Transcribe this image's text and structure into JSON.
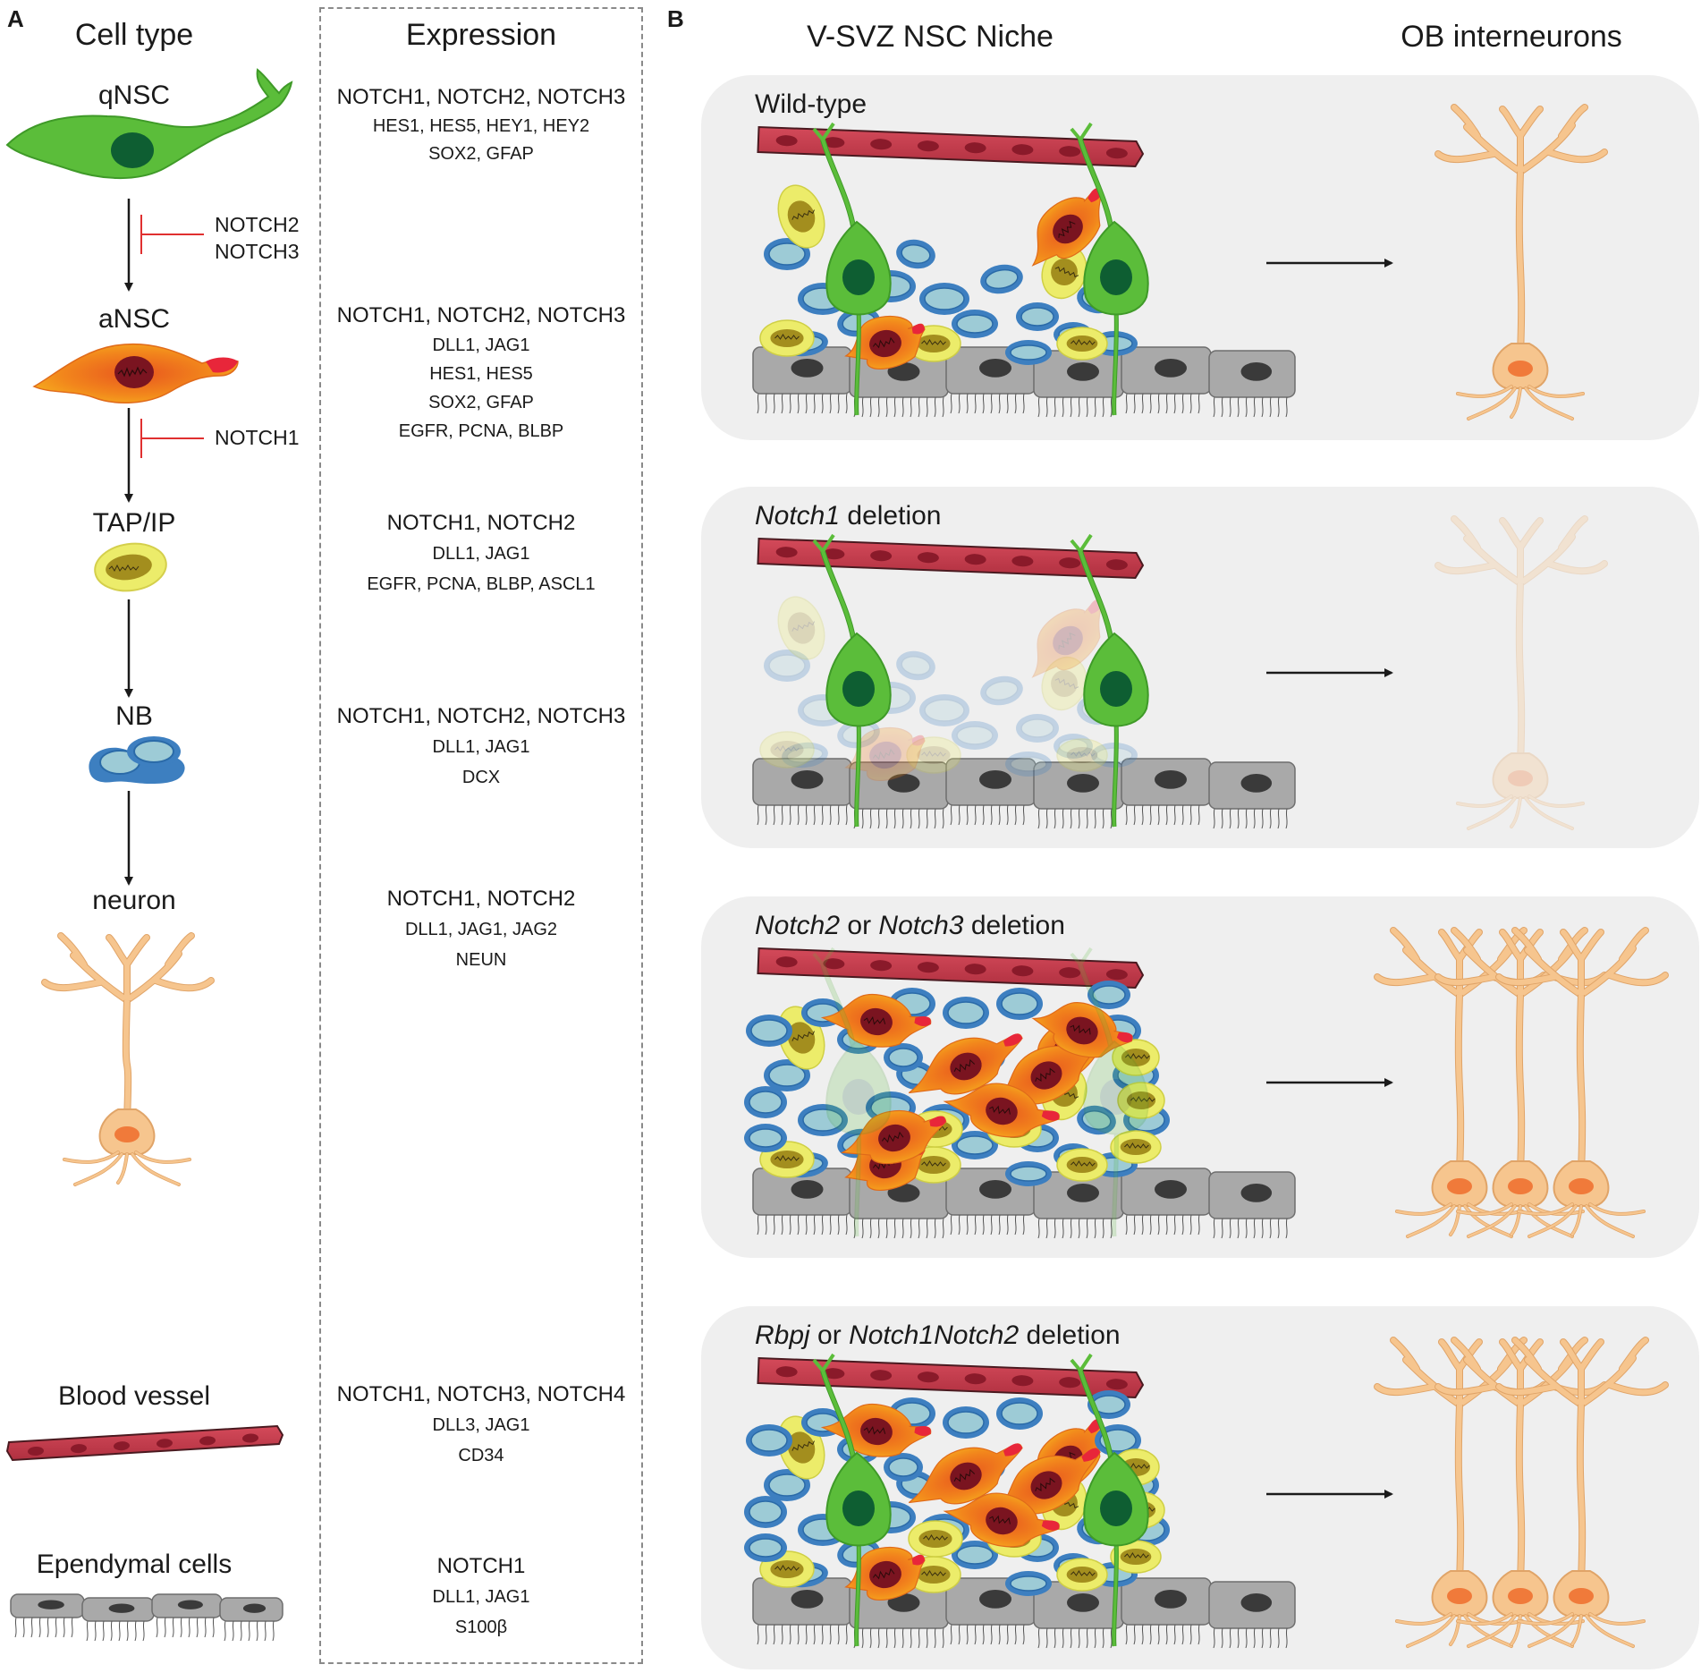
{
  "panel_a": {
    "letter": "A",
    "header_cell_type": "Cell type",
    "header_expression": "Expression",
    "cells": [
      {
        "name": "qNSC",
        "expr": [
          "NOTCH1, NOTCH2, NOTCH3",
          "HES1, HES5, HEY1, HEY2",
          "SOX2, GFAP"
        ]
      },
      {
        "name": "aNSC",
        "expr": [
          "NOTCH1, NOTCH2, NOTCH3",
          "DLL1, JAG1",
          "HES1, HES5",
          "SOX2, GFAP",
          "EGFR, PCNA, BLBP"
        ]
      },
      {
        "name": "TAP/IP",
        "expr": [
          "NOTCH1, NOTCH2",
          "DLL1, JAG1",
          "EGFR, PCNA, BLBP, ASCL1"
        ]
      },
      {
        "name": "NB",
        "expr": [
          "NOTCH1, NOTCH2, NOTCH3",
          "DLL1, JAG1",
          "DCX"
        ]
      },
      {
        "name": "neuron",
        "expr": [
          "NOTCH1, NOTCH2",
          "DLL1, JAG1, JAG2",
          "NEUN"
        ]
      },
      {
        "name": "Blood vessel",
        "expr": [
          "NOTCH1, NOTCH3, NOTCH4",
          "DLL3, JAG1",
          "CD34"
        ]
      },
      {
        "name": "Ependymal cells",
        "expr": [
          "NOTCH1",
          "DLL1, JAG1",
          "S100β"
        ]
      }
    ],
    "inhibitors": [
      {
        "lines": [
          "NOTCH2",
          "NOTCH3"
        ]
      },
      {
        "lines": [
          "NOTCH1"
        ]
      }
    ]
  },
  "panel_b": {
    "letter": "B",
    "header_niche": "V-SVZ NSC Niche",
    "header_ob": "OB interneurons",
    "conditions": [
      {
        "parts": [
          {
            "text": "Wild-type",
            "italic": false
          }
        ]
      },
      {
        "parts": [
          {
            "text": "Notch1",
            "italic": true
          },
          {
            "text": " deletion",
            "italic": false
          }
        ]
      },
      {
        "parts": [
          {
            "text": "Notch2",
            "italic": true
          },
          {
            "text": " or ",
            "italic": false
          },
          {
            "text": "Notch3",
            "italic": true
          },
          {
            "text": " deletion",
            "italic": false
          }
        ]
      },
      {
        "parts": [
          {
            "text": "Rbpj",
            "italic": true
          },
          {
            "text": " or ",
            "italic": false
          },
          {
            "text": "Notch1Notch2",
            "italic": true
          },
          {
            "text": " deletion",
            "italic": false
          }
        ]
      }
    ]
  },
  "colors": {
    "qnsc_green": "#5bbd3a",
    "nucleus_dark_green": "#0e5e32",
    "ansc_orange": "#f07a1e",
    "tap_yellow": "#ecec6a",
    "nb_blue": "#3d7fc0",
    "nb_inner": "#9dcbd6",
    "vessel_red": "#c0394a",
    "ependymal_gray": "#a9a9a9",
    "neuron_tan": "#f6c58e",
    "inhibit_red": "#e03030",
    "panel_bg": "#efefef"
  }
}
